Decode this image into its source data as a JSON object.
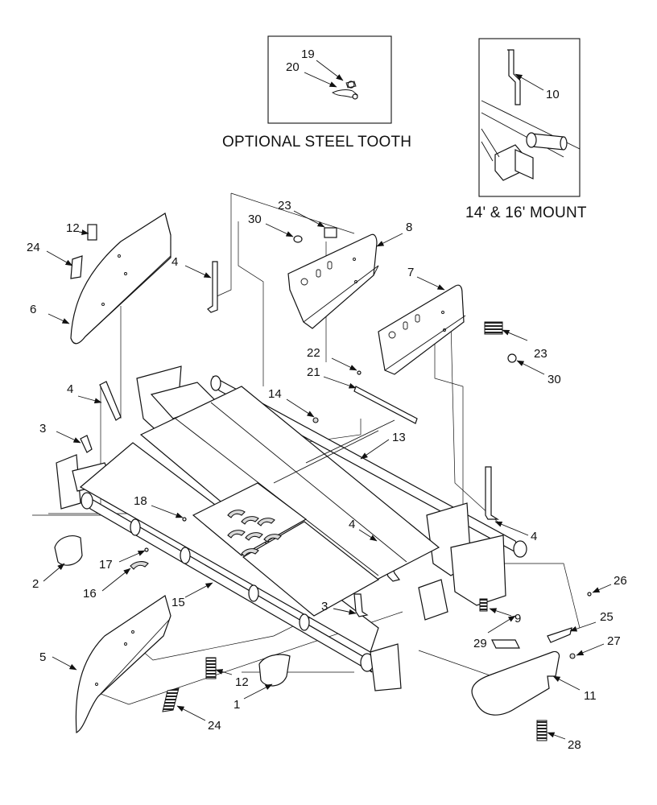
{
  "insets": {
    "steel_tooth_caption": "OPTIONAL STEEL TOOTH",
    "mount_caption": "14' & 16' MOUNT"
  },
  "callouts": {
    "c1": "1",
    "c2": "2",
    "c3a": "3",
    "c3b": "3",
    "c4a": "4",
    "c4b": "4",
    "c4c": "4",
    "c4d": "4",
    "c5": "5",
    "c6": "6",
    "c7": "7",
    "c8": "8",
    "c9": "9",
    "c10": "10",
    "c11": "11",
    "c12a": "12",
    "c12b": "12",
    "c13": "13",
    "c14": "14",
    "c15": "15",
    "c16": "16",
    "c17": "17",
    "c18": "18",
    "c19": "19",
    "c20": "20",
    "c21": "21",
    "c22": "22",
    "c23a": "23",
    "c23b": "23",
    "c24a": "24",
    "c24b": "24",
    "c25": "25",
    "c26": "26",
    "c27": "27",
    "c28": "28",
    "c29": "29",
    "c30a": "30",
    "c30b": "30"
  },
  "colors": {
    "line": "#111111",
    "decal_fill": "#d9d9d9",
    "background": "#ffffff"
  }
}
